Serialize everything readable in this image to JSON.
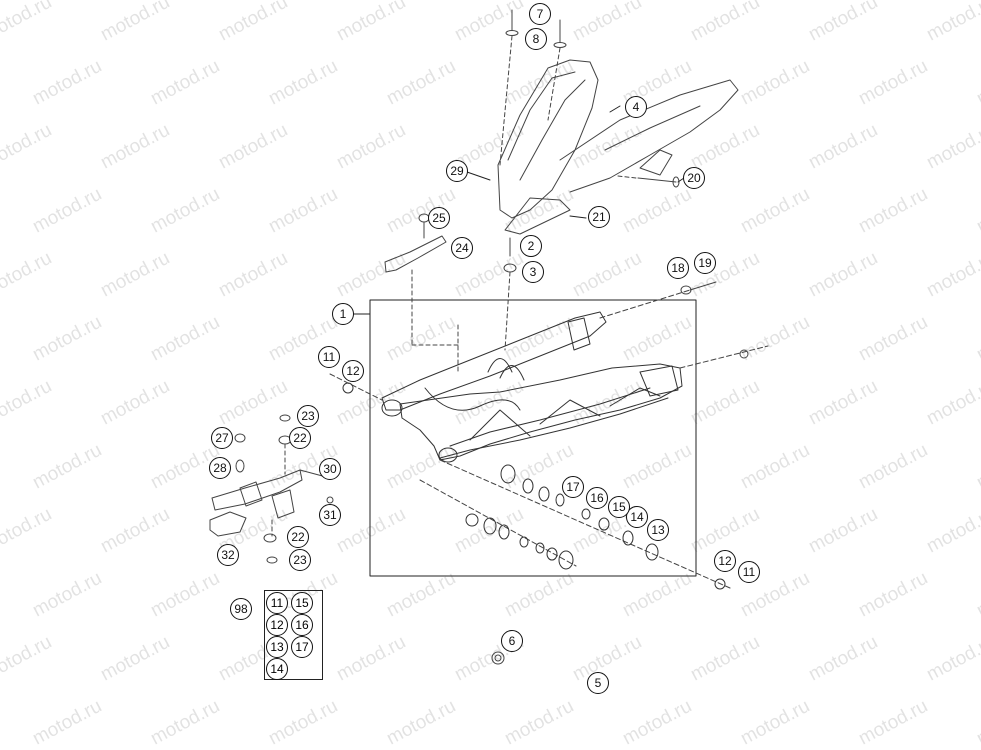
{
  "diagram": {
    "watermark": "motod.ru",
    "callouts": [
      "1",
      "2",
      "3",
      "4",
      "5",
      "6",
      "7",
      "8",
      "11",
      "12",
      "13",
      "14",
      "15",
      "16",
      "17",
      "18",
      "19",
      "20",
      "21",
      "22",
      "23",
      "24",
      "25",
      "27",
      "28",
      "29",
      "30",
      "31",
      "32",
      "98",
      "11",
      "12",
      "22",
      "23"
    ],
    "kit": {
      "label": "98",
      "items": [
        "11",
        "15",
        "12",
        "16",
        "13",
        "17",
        "14"
      ]
    }
  }
}
